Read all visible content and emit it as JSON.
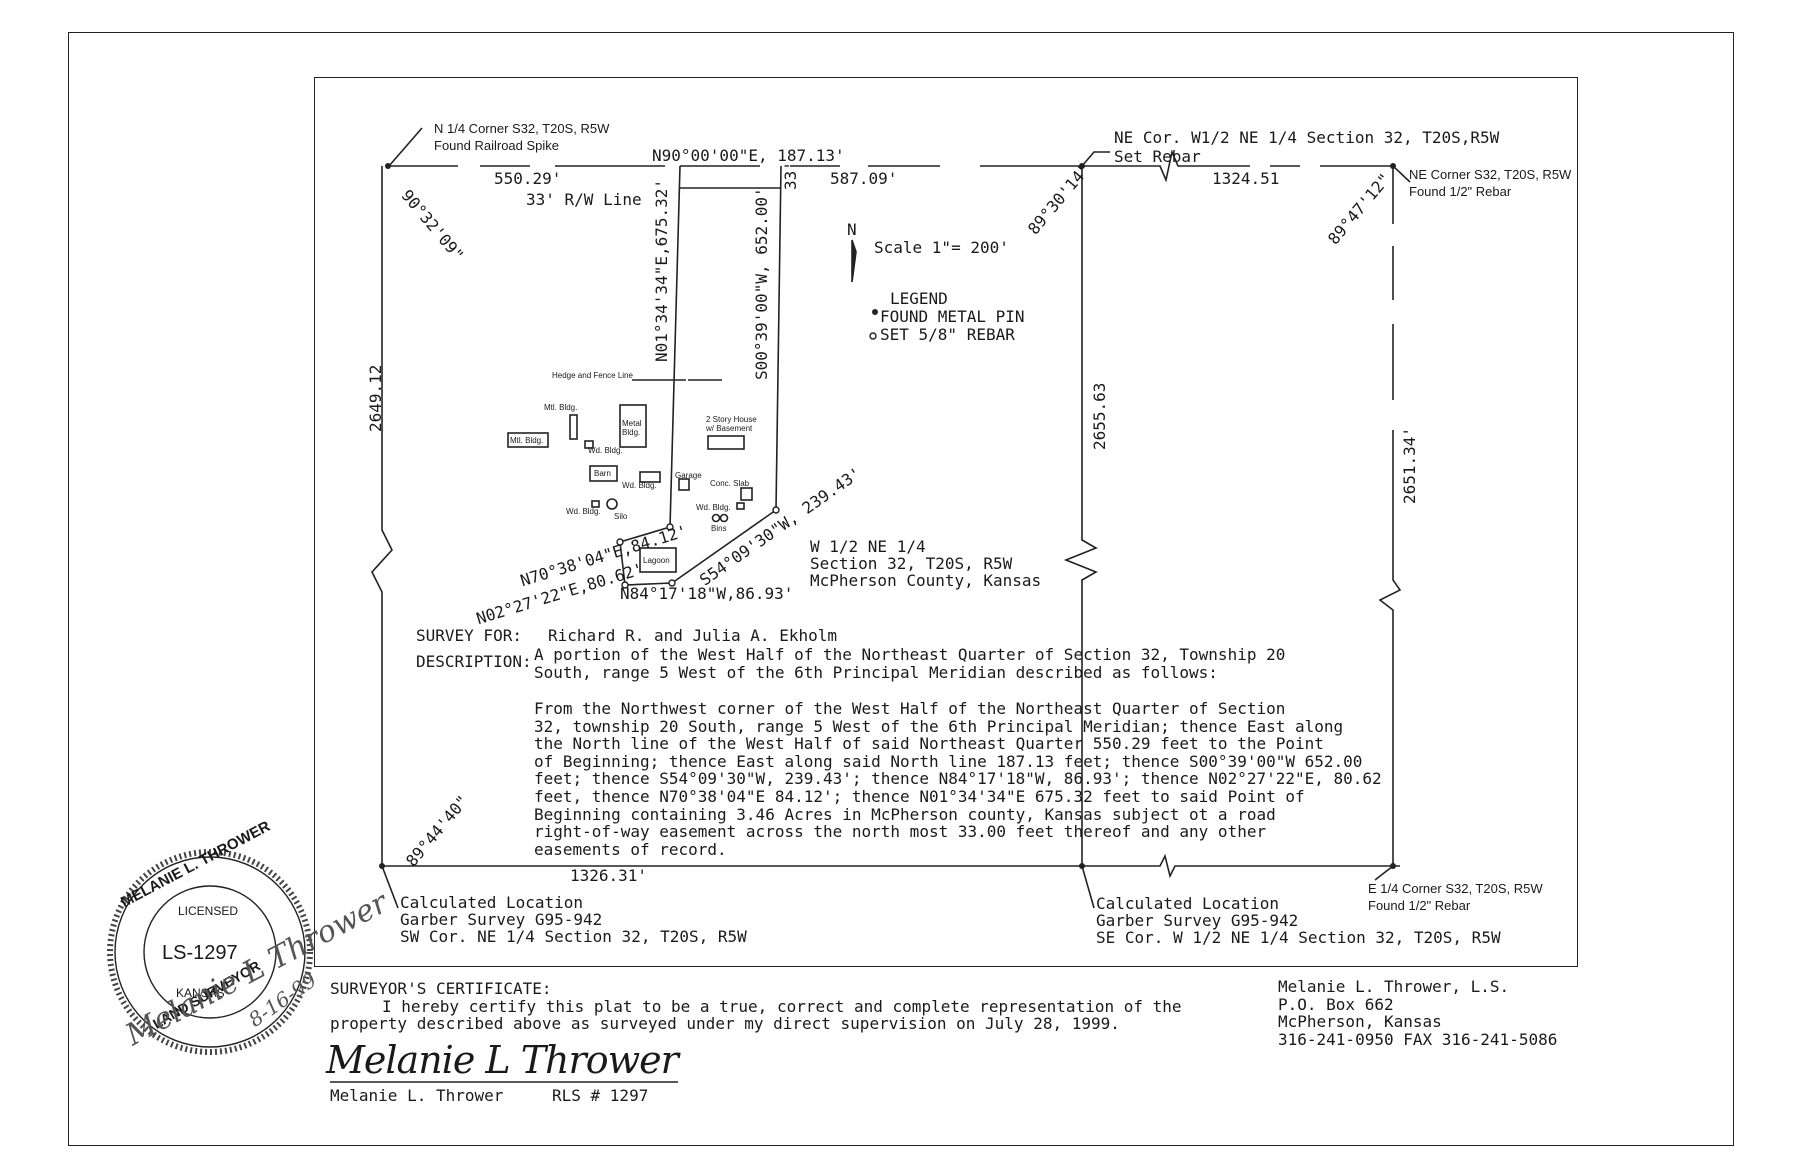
{
  "corners": {
    "n_quarter": [
      "N 1/4 Corner S32, T20S, R5W",
      "Found Railroad Spike"
    ],
    "ne_w_half": [
      "NE Cor. W1/2 NE 1/4 Section 32, T20S,R5W",
      "Set Rebar"
    ],
    "ne_corner": [
      "NE Corner S32, T20S, R5W",
      "Found 1/2\" Rebar"
    ],
    "e_quarter": [
      "E 1/4 Corner S32, T20S, R5W",
      "Found 1/2\" Rebar"
    ]
  },
  "dims": {
    "top_left": "550.29'",
    "top_bearing": "N90°00'00\"E, 187.13'",
    "top_33": "33'",
    "top_right": "587.09'",
    "top_far": "1324.51",
    "angle_nw": "90°32'09\"",
    "angle_ne_w": "89°30'14\"",
    "angle_ne": "89°47'12\"",
    "angle_sw": "89°44'40\"",
    "row_line": "33' R/W Line",
    "west_line": "2649.12",
    "mid_line": "2655.63",
    "east_line": "2651.34'",
    "bottom": "1326.31'",
    "tract_west": "N01°34'34\"E,675.32'",
    "tract_east": "S00°39'00\"W, 652.00'",
    "tract_se": "S54°09'30\"W, 239.43'",
    "tract_s": "N84°17'18\"W,86.93'",
    "tract_sw1": "N70°38'04\"E,84.12'",
    "tract_sw2": "N02°27'22\"E,80.62'"
  },
  "north": "N",
  "scale": "Scale 1\"= 200'",
  "legend": {
    "title": "LEGEND",
    "found": "FOUND METAL PIN",
    "set": "SET 5/8\" REBAR"
  },
  "buildings": {
    "hedge": "Hedge and Fence Line",
    "mtl1": "Mtl. Bldg.",
    "mtl2": "Mtl. Bldg.",
    "metal": [
      "Metal",
      "Bldg."
    ],
    "house": [
      "2 Story House",
      "w/ Basement"
    ],
    "wd1": "Wd. Bldg.",
    "barn": "Barn",
    "wd2": "Wd. Bldg.",
    "garage": "Garage",
    "slab": "Conc. Slab",
    "wd3": "Wd. Bldg.",
    "silo": "Silo",
    "wd4": "Wd. Bldg.",
    "bins": "Bins",
    "lagoon": "Lagoon"
  },
  "tract_label": [
    "W 1/2 NE 1/4",
    "Section 32, T20S, R5W",
    "McPherson County, Kansas"
  ],
  "survey_for_label": "SURVEY FOR:",
  "survey_for": "Richard R. and Julia A. Ekholm",
  "description_label": "DESCRIPTION:",
  "description_1": [
    "A portion of the West Half of the Northeast Quarter of Section 32, Township 20",
    "South, range 5 West of the 6th Principal Meridian described as follows:"
  ],
  "description_2": [
    "From the Northwest corner of the West Half of the Northeast Quarter of Section",
    "32, township 20 South, range 5 West of the 6th Principal Meridian; thence East along",
    "the North line of the West Half of said Northeast Quarter 550.29 feet to the Point",
    "of Beginning; thence East along said North line 187.13 feet; thence S00°39'00\"W 652.00",
    "feet; thence S54°09'30\"W, 239.43'; thence N84°17'18\"W, 86.93'; thence N02°27'22\"E, 80.62",
    "feet, thence N70°38'04\"E 84.12'; thence N01°34'34\"E 675.32 feet to said Point of",
    "Beginning containing 3.46 Acres in McPherson county, Kansas subject ot a road",
    "right-of-way easement across the north most 33.00 feet thereof and any other",
    "easements of record."
  ],
  "calc_sw": [
    "Calculated Location",
    "Garber Survey G95-942",
    "SW Cor. NE 1/4 Section 32, T20S, R5W"
  ],
  "calc_se": [
    "Calculated Location",
    "Garber Survey G95-942",
    "SE Cor. W 1/2 NE 1/4 Section 32, T20S, R5W"
  ],
  "certificate": {
    "title": "SURVEYOR'S CERTIFICATE:",
    "lines": [
      "I hereby certify this plat to be a true, correct and complete representation of the",
      "property described above as surveyed under my direct supervision on July 28, 1999."
    ],
    "signature": "Melanie L Thrower",
    "name": "Melanie L. Thrower",
    "rls": "RLS # 1297"
  },
  "contact": [
    "Melanie L. Thrower, L.S.",
    "P.O. Box 662",
    "McPherson, Kansas",
    "316-241-0950  FAX 316-241-5086"
  ],
  "seal": {
    "name": "MELANIE L. THROWER",
    "licensed": "LICENSED",
    "number": "LS-1297",
    "state": "KANSAS",
    "bottom": "LAND SURVEYOR",
    "signature": "Melanie L Thrower",
    "date": "8-16-99"
  }
}
